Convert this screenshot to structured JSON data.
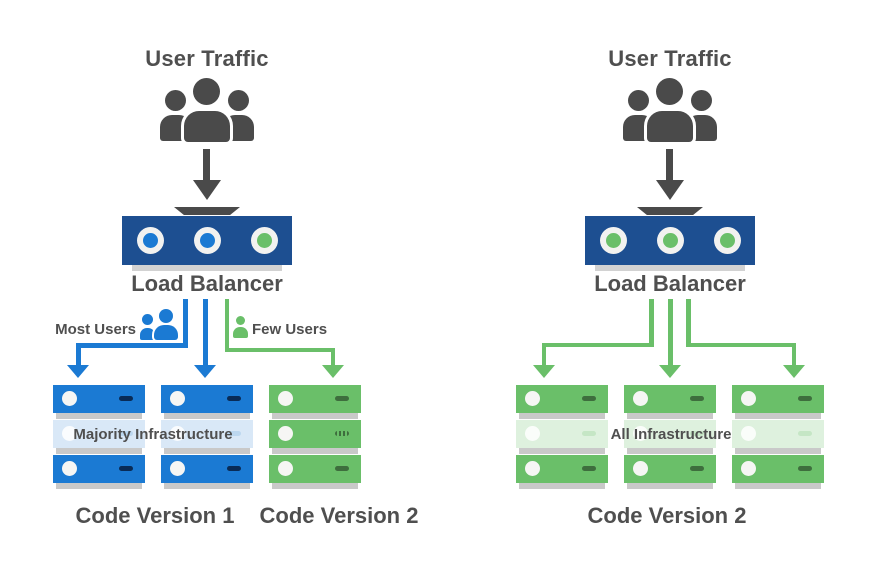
{
  "colors": {
    "blue": "#1b7ad3",
    "navy": "#1d4f91",
    "green": "#6abf69",
    "dark": "#4a4a4a",
    "text": "#4f4f4f",
    "dash_navy": "#092b56",
    "dash_green": "#3e6e3d",
    "faded_blue": "#d9e8f7",
    "faded_green": "#def1de",
    "faded_dash_blue": "#bcd7ef",
    "faded_dash_green": "#c5e6c5",
    "base_gray": "#c9c9c9",
    "shadow_gray": "#d2d2d2"
  },
  "left_diagram": {
    "title": "User Traffic",
    "lb_label": "Load Balancer",
    "branch_labels": {
      "most": "Most Users",
      "few": "Few Users"
    },
    "overlay_label": "Majority Infrastructure",
    "code_label_1": "Code Version 1",
    "code_label_2": "Code Version 2",
    "lb_ports": [
      "blue",
      "blue",
      "green"
    ],
    "stacks": [
      {
        "color": "blue",
        "rows": [
          "solid",
          "faded",
          "solid"
        ]
      },
      {
        "color": "blue",
        "rows": [
          "solid",
          "faded",
          "solid"
        ]
      },
      {
        "color": "green",
        "rows": [
          "solid",
          "hatch",
          "solid"
        ]
      }
    ]
  },
  "right_diagram": {
    "title": "User Traffic",
    "lb_label": "Load Balancer",
    "overlay_label": "All Infrastructure",
    "code_label": "Code Version 2",
    "lb_ports": [
      "green",
      "green",
      "green"
    ],
    "stacks": [
      {
        "color": "green",
        "rows": [
          "solid",
          "faded",
          "solid"
        ]
      },
      {
        "color": "green",
        "rows": [
          "solid",
          "faded",
          "solid"
        ]
      },
      {
        "color": "green",
        "rows": [
          "solid",
          "faded",
          "solid"
        ]
      }
    ]
  }
}
